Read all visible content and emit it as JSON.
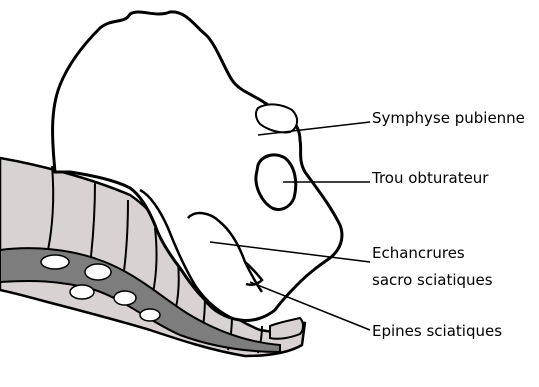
{
  "labels": {
    "symphyse_pubienne": "Symphyse pubienne",
    "trou_obturateur": "Trou obturateur",
    "echancrures_line1": "Echancrures",
    "echancrures_line2": "sacro sciatiques",
    "epines_sciatiques": "Epines sciatiques"
  },
  "colors": {
    "outline": "#000000",
    "bone_fill": "#ffffff",
    "sacrum_light": "#d9d2d2",
    "sacrum_dark": "#7d7d7d",
    "background": "#ffffff"
  }
}
